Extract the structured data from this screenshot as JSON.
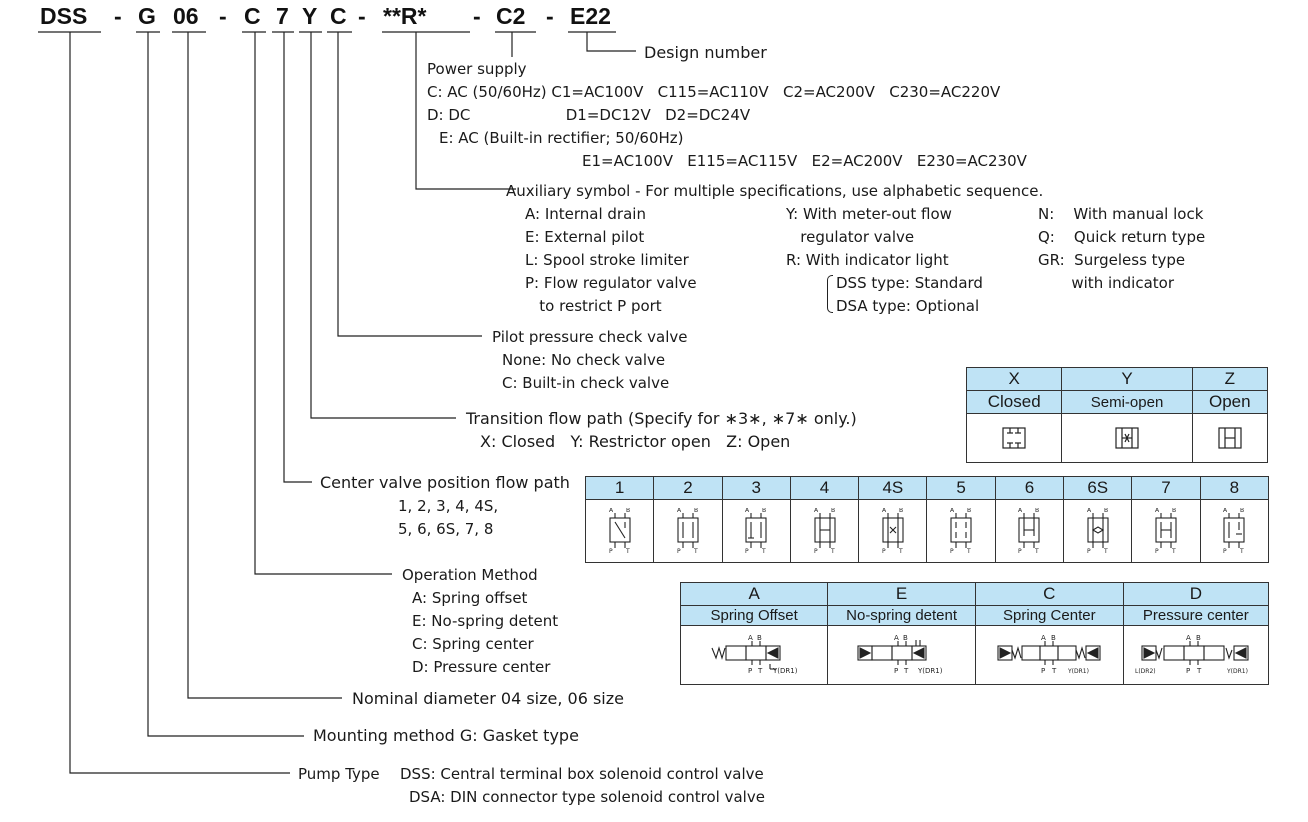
{
  "model_code": {
    "segments": [
      "DSS",
      "G",
      "06",
      "C",
      "7",
      "Y",
      "C",
      "**R*",
      "C2",
      "E22"
    ],
    "separator": "-"
  },
  "design_number": {
    "label": "Design number"
  },
  "power_supply": {
    "title": "Power supply",
    "lines": [
      "C: AC (50/60Hz) C1=AC100V   C115=AC110V   C2=AC200V   C230=AC220V",
      "D: DC                    D1=DC12V   D2=DC24V",
      "E: AC (Built-in rectifier; 50/60Hz)",
      "E1=AC100V   E115=AC115V   E2=AC200V   E230=AC230V"
    ]
  },
  "auxiliary": {
    "title": "Auxiliary symbol - For multiple specifications, use alphabetic sequence.",
    "col1": [
      "A: Internal drain",
      "E: External pilot",
      "L: Spool stroke limiter",
      "P: Flow regulator valve",
      "   to restrict P port"
    ],
    "col2": [
      "Y: With meter-out flow",
      "   regulator valve",
      "R: With indicator light",
      "DSS type: Standard",
      "DSA type: Optional"
    ],
    "col3": [
      "N:    With manual lock",
      "Q:    Quick return type",
      "GR:  Surgeless type",
      "       with indicator"
    ]
  },
  "pilot_check": {
    "title": "Pilot pressure check valve",
    "lines": [
      "None: No check valve",
      "C: Built-in check valve"
    ]
  },
  "transition": {
    "title": "Transition flow path (Specify for ∗3∗, ∗7∗ only.)",
    "line": "X: Closed   Y: Restrictor open   Z: Open",
    "table": {
      "codes": [
        "X",
        "Y",
        "Z"
      ],
      "names": [
        "Closed",
        "Semi-open",
        "Open"
      ],
      "symbols": [
        "closed-transition-symbol",
        "semi-open-transition-symbol",
        "open-transition-symbol"
      ]
    }
  },
  "center_position": {
    "title": "Center valve position flow path",
    "lines": [
      "1, 2, 3, 4, 4S,",
      "5, 6, 6S, 7, 8"
    ],
    "codes": [
      "1",
      "2",
      "3",
      "4",
      "4S",
      "5",
      "6",
      "6S",
      "7",
      "8"
    ],
    "port_labels": {
      "a": "A",
      "b": "B",
      "p": "P",
      "t": "T"
    }
  },
  "operation": {
    "title": "Operation Method",
    "lines": [
      "A: Spring offset",
      "E: No-spring detent",
      "C: Spring center",
      "D: Pressure center"
    ],
    "table": {
      "codes": [
        "A",
        "E",
        "C",
        "D"
      ],
      "names": [
        "Spring Offset",
        "No-spring detent",
        "Spring Center",
        "Pressure center"
      ],
      "port_labels": {
        "a": "A",
        "b": "B",
        "p": "P",
        "t": "T",
        "y": "Y(DR1)",
        "l": "L(DR2)"
      }
    }
  },
  "nominal_diameter": {
    "label": "Nominal diameter  04 size, 06 size"
  },
  "mounting": {
    "label": "Mounting method  G: Gasket type"
  },
  "pump_type": {
    "label": "Pump Type",
    "lines": [
      "DSS: Central terminal box solenoid control valve",
      "DSA: DIN connector type solenoid control valve"
    ]
  },
  "colors": {
    "header_fill": "#bfe3f5",
    "line": "#222222",
    "text": "#1a1a1a"
  }
}
